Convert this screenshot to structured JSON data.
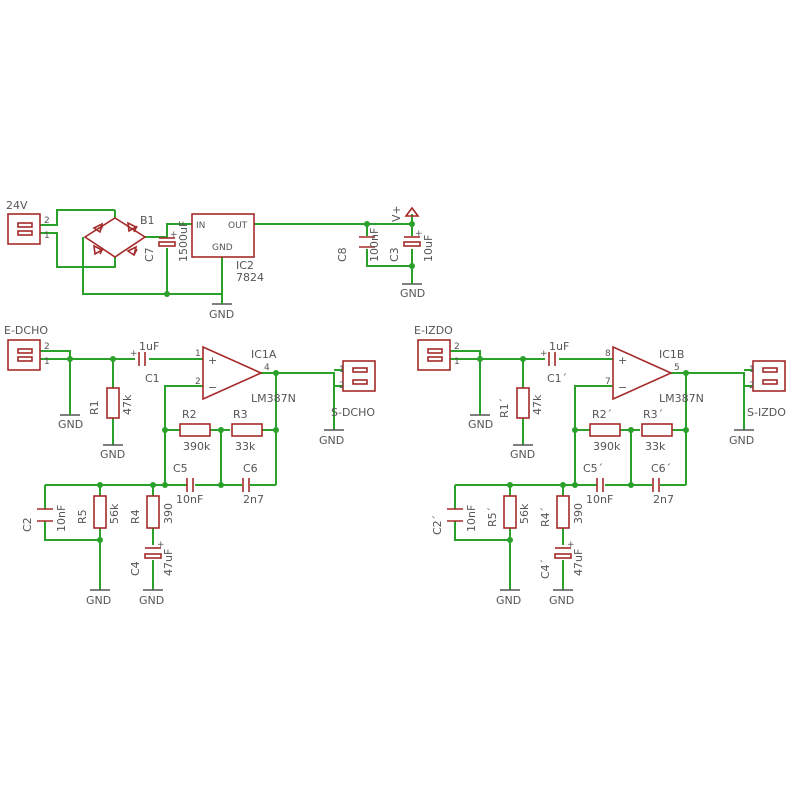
{
  "power": {
    "connector": "24V",
    "pin2": "2",
    "pin1": "1",
    "bridge": "B1",
    "c7": "C7",
    "c7v": "1500uF",
    "reg_in": "IN",
    "reg_out": "OUT",
    "reg_gnd": "GND",
    "ic2": "IC2",
    "ic2v": "7824",
    "c8": "C8",
    "c8v": "100nF",
    "c3": "C3",
    "c3v": "10uF",
    "vplus": "V+",
    "gnd1": "GND",
    "gnd2": "GND"
  },
  "left": {
    "connector": "E-DCHO",
    "pin2": "2",
    "pin1": "1",
    "c1": "C1",
    "c1v": "1uF",
    "r1": "R1",
    "r1v": "47k",
    "ic": "IC1A",
    "icv": "LM387N",
    "pin_plus_num": "1",
    "pin_minus_num": "2",
    "pin_out_num": "4",
    "plus": "+",
    "minus": "−",
    "r2": "R2",
    "r2v": "390k",
    "r3": "R3",
    "r3v": "33k",
    "c5": "C5",
    "c5v": "10nF",
    "c6": "C6",
    "c6v": "2n7",
    "c2": "C2",
    "c2v": "10nF",
    "r5": "R5",
    "r5v": "56k",
    "r4": "R4",
    "r4v": "390",
    "c4": "C4",
    "c4v": "47uF",
    "out_connector": "S-DCHO",
    "opin1": "1",
    "opin2": "2",
    "gnd_a": "GND",
    "gnd_b": "GND",
    "gnd_c": "GND",
    "gnd_d": "GND",
    "gnd_e": "GND"
  },
  "right": {
    "connector": "E-IZDO",
    "pin2": "2",
    "pin1": "1",
    "c1": "C1´",
    "c1v": "1uF",
    "r1": "R1´",
    "r1v": "47k",
    "ic": "IC1B",
    "icv": "LM387N",
    "pin_plus_num": "8",
    "pin_minus_num": "7",
    "pin_out_num": "5",
    "plus": "+",
    "minus": "−",
    "r2": "R2´",
    "r2v": "390k",
    "r3": "R3´",
    "r3v": "33k",
    "c5": "C5´",
    "c5v": "10nF",
    "c6": "C6´",
    "c6v": "2n7",
    "c2": "C2´",
    "c2v": "10nF",
    "r5": "R5´",
    "r5v": "56k",
    "r4": "R4´",
    "r4v": "390",
    "c4": "C4´",
    "c4v": "47uF",
    "out_connector": "S-IZDO",
    "opin1": "1",
    "opin2": "2",
    "gnd_a": "GND",
    "gnd_b": "GND",
    "gnd_c": "GND",
    "gnd_d": "GND",
    "gnd_e": "GND"
  }
}
